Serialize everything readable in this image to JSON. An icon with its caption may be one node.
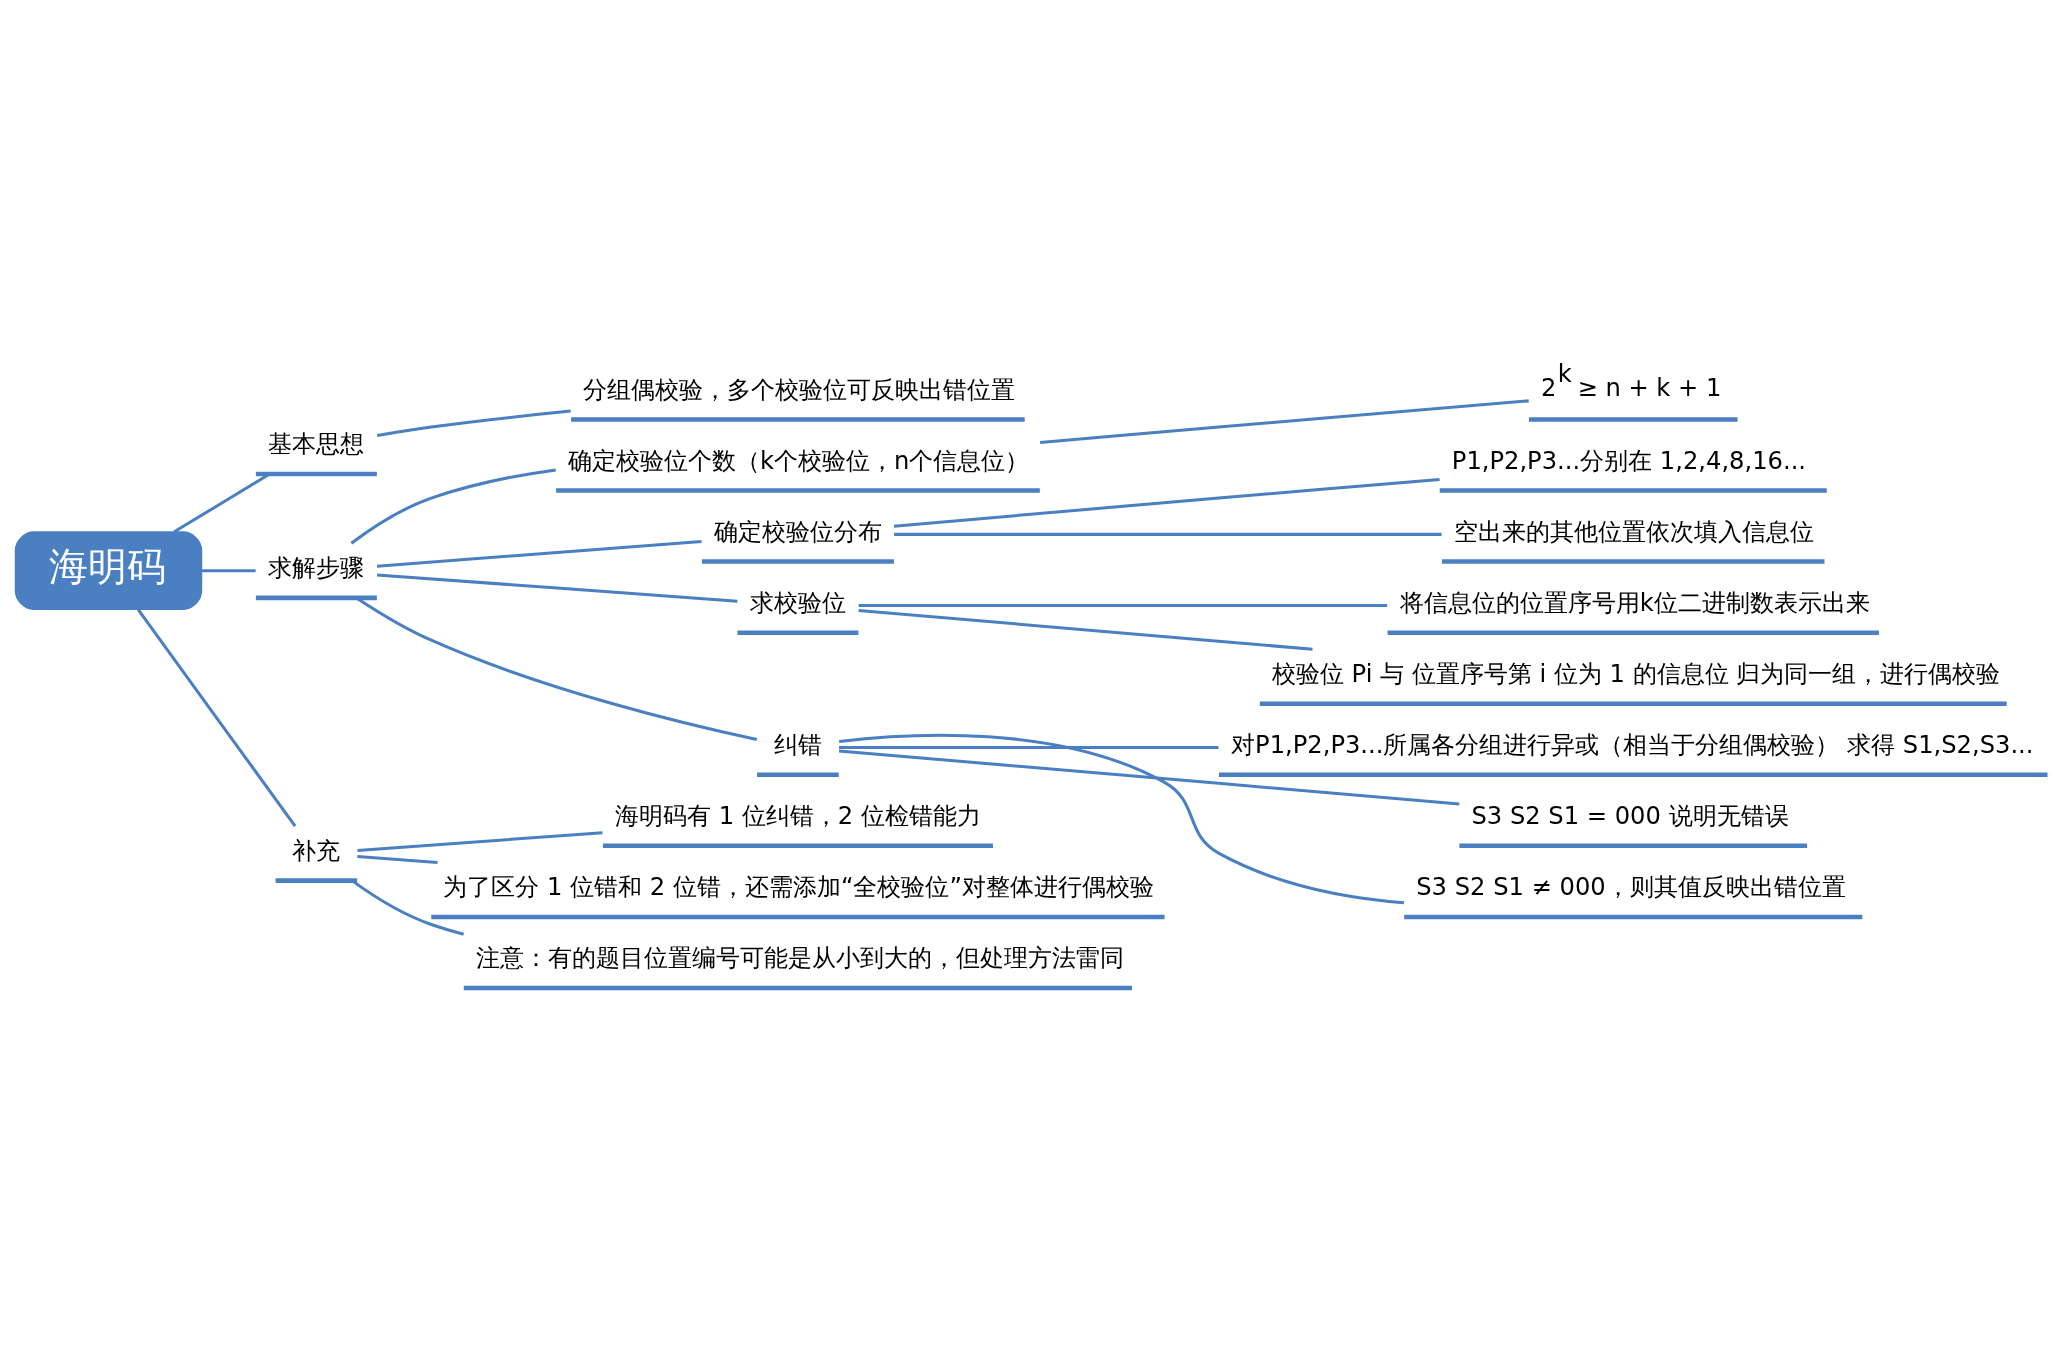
{
  "diagram": {
    "nodes": [
      {
        "text": [
          "海明码"
        ]
      },
      {
        "text": [
          "基本思想"
        ]
      },
      {
        "text": [
          "分组偶校验，多个校验位可反映出错位置"
        ]
      },
      {
        "text": [
          "求解步骤"
        ]
      },
      {
        "text": [
          "确定校验位个数（k个校验位，n个信息位）"
        ]
      },
      {
        "text": [
          "2$^{k}$ ≥ n + k + 1"
        ]
      },
      {
        "text": [
          "确定校验位分布"
        ]
      },
      {
        "text": [
          "P1,P2,P3...分别在 1,2,4,8,16..."
        ]
      },
      {
        "text": [
          "空出来的其他位置依次填入信息位"
        ]
      },
      {
        "text": [
          "求校验位"
        ]
      },
      {
        "text": [
          "将信息位的位置序号用k位二进制数表示出来"
        ]
      },
      {
        "text": [
          "校验位 Pi 与 位置序号第 i 位为 1 的信息位 归为同一组，进行偶校验"
        ]
      },
      {
        "text": [
          "纠错"
        ]
      },
      {
        "text": [
          "对P1,P2,P3...所属各分组进行异或（相当于分组偶校验） 求得 S1,S2,S3..."
        ]
      },
      {
        "text": [
          "S3 S2 S1 = 000 说明无错误"
        ]
      },
      {
        "text": [
          "S3 S2 S1 ≠ 000，则其值反映出错位置"
        ]
      },
      {
        "text": [
          "补充"
        ]
      },
      {
        "text": [
          "海明码有 1 位纠错，2 位检错能力"
        ]
      },
      {
        "text": [
          "为了区分 1 位错和 2 位错，还需添加“全校验位”对整体进行偶校验"
        ]
      },
      {
        "text": [
          "注意：有的题目位置编号可能是从小到大的，但处理方法雷同"
        ]
      }
    ],
    "edges": [
      {
        "from": 0,
        "to": 1,
        "arrow": "none"
      },
      {
        "from": 1,
        "to": 2,
        "arrow": "none"
      },
      {
        "from": 0,
        "to": 3,
        "arrow": "none"
      },
      {
        "from": 3,
        "to": 4,
        "arrow": "none"
      },
      {
        "from": 4,
        "to": 5,
        "arrow": "none"
      },
      {
        "from": 3,
        "to": 6,
        "arrow": "none"
      },
      {
        "from": 6,
        "to": 7,
        "arrow": "none"
      },
      {
        "from": 6,
        "to": 8,
        "arrow": "none"
      },
      {
        "from": 3,
        "to": 9,
        "arrow": "none"
      },
      {
        "from": 9,
        "to": 10,
        "arrow": "none"
      },
      {
        "from": 9,
        "to": 11,
        "arrow": "none"
      },
      {
        "from": 3,
        "to": 12,
        "arrow": "none"
      },
      {
        "from": 12,
        "to": 13,
        "arrow": "none"
      },
      {
        "from": 12,
        "to": 14,
        "arrow": "none"
      },
      {
        "from": 12,
        "to": 15,
        "arrow": "none"
      },
      {
        "from": 0,
        "to": 16,
        "arrow": "none"
      },
      {
        "from": 16,
        "to": 17,
        "arrow": "none"
      },
      {
        "from": 16,
        "to": 18,
        "arrow": "none"
      },
      {
        "from": 16,
        "to": 19,
        "arrow": "none"
      }
    ]
  }
}
